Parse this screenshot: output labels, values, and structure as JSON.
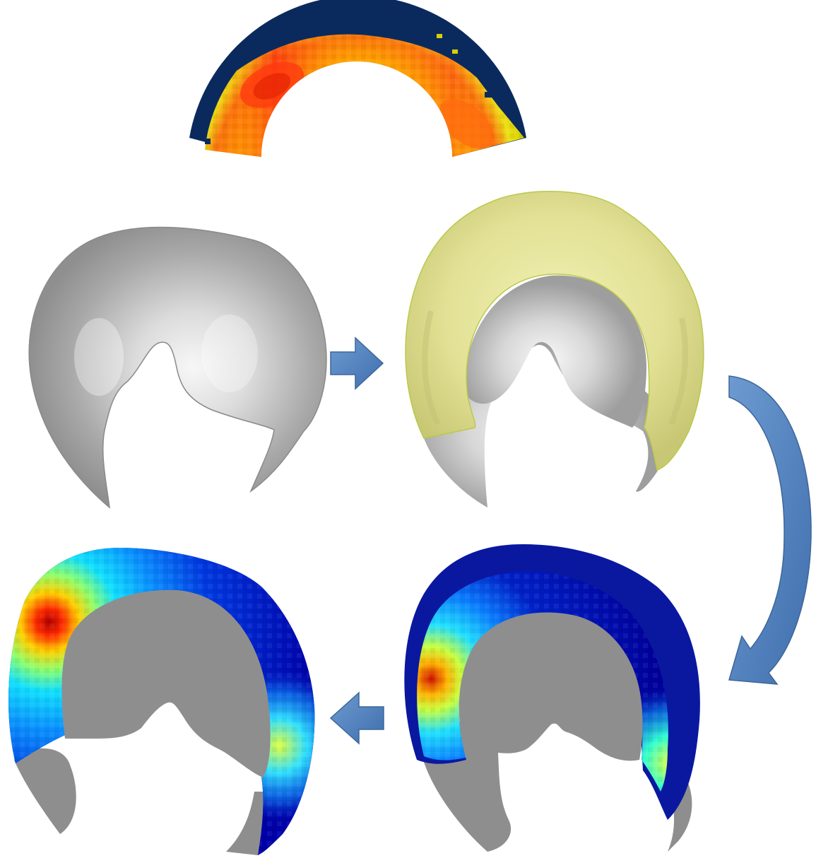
{
  "figure": {
    "panels": [
      {
        "id": "polar-map",
        "kind": "flattened heat map (polar projection)",
        "palette": "hot"
      },
      {
        "id": "bone-surface",
        "kind": "3D surface",
        "color": "#a9a9a9"
      },
      {
        "id": "bone-with-layer",
        "kind": "3D surface with segmented layer",
        "layer_color": "#e0df8c",
        "bone_color": "#a9a9a9"
      },
      {
        "id": "mapped-layer-dark",
        "kind": "3D surface heat map",
        "palette": "jet"
      },
      {
        "id": "mapped-layer-final",
        "kind": "3D surface heat map",
        "palette": "jet"
      }
    ],
    "flow_arrows": [
      {
        "id": "arrow-1",
        "direction": "right",
        "from": "bone-surface",
        "to": "bone-with-layer"
      },
      {
        "id": "arrow-2",
        "direction": "curved-down",
        "from": "bone-with-layer",
        "to": "mapped-layer-dark"
      },
      {
        "id": "arrow-3",
        "direction": "left",
        "from": "mapped-layer-dark",
        "to": "mapped-layer-final"
      }
    ],
    "colors": {
      "arrow": "#4f7fb8",
      "arrow_edge": "#3d6699",
      "bone": "#a9a9a9",
      "bone_hole": "#8a8a8a",
      "layer": "#e0df8c",
      "dark_blue": "#0a1a9a",
      "navy": "#0a2a5e"
    }
  }
}
